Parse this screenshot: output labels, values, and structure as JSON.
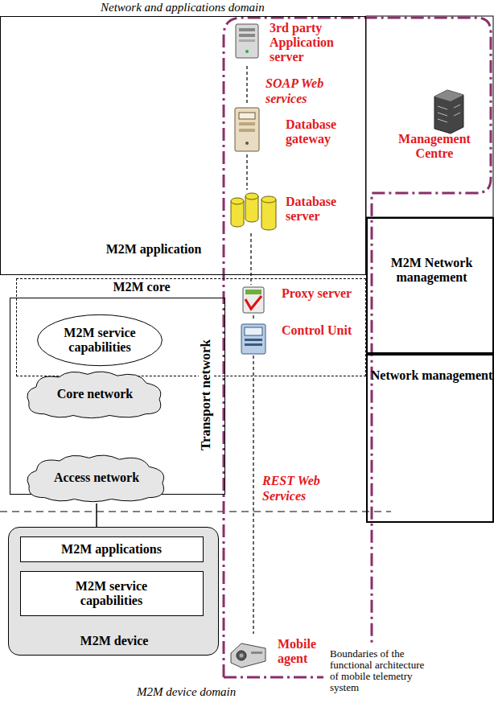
{
  "diagram": {
    "nodes": [
      {
        "text": [
          "M2M application"
        ]
      },
      {
        "text": [
          "M2M core"
        ]
      },
      {
        "text": [
          "Transport network"
        ]
      },
      {
        "text": [
          "M2M service capabilities"
        ],
        "in": 2
      },
      {
        "text": [
          "Core network"
        ],
        "in": 2
      },
      {
        "text": [
          "Access network"
        ],
        "in": 2
      },
      {
        "text": [
          "M2M device"
        ]
      },
      {
        "text": [
          "M2M applications"
        ],
        "in": 6
      },
      {
        "text": [
          "M2M service capabilities"
        ],
        "in": 6
      },
      {
        "text": [
          "M2M Network management"
        ]
      },
      {
        "text": [
          "Network management"
        ]
      },
      {
        "text": [
          "3rd party Application server"
        ],
        "in": 0
      },
      {
        "text": [
          "Database gateway"
        ],
        "in": 0
      },
      {
        "text": [
          "Management Centre"
        ]
      },
      {
        "text": [
          "Database server"
        ],
        "in": 0
      },
      {
        "text": [
          "Proxy server"
        ],
        "in": 1
      },
      {
        "text": [
          "Control Unit"
        ],
        "in": 1
      },
      {
        "text": [
          "Mobile agent"
        ]
      }
    ],
    "edges": [
      {
        "from": 11,
        "to": 12,
        "label": "SOAP Web services",
        "arrow": "none"
      },
      {
        "from": 12,
        "to": 14,
        "arrow": "none"
      },
      {
        "from": 14,
        "to": 15,
        "arrow": "none"
      },
      {
        "from": 15,
        "to": 16,
        "arrow": "none"
      },
      {
        "from": 16,
        "to": 17,
        "label": "REST Web Services",
        "arrow": "none"
      },
      {
        "from": 5,
        "to": 6,
        "arrow": "none"
      }
    ],
    "labels": [
      "Network and applications domain",
      "M2M device domain",
      "Boundaries of the functional architecture of mobile telemetry system"
    ]
  }
}
